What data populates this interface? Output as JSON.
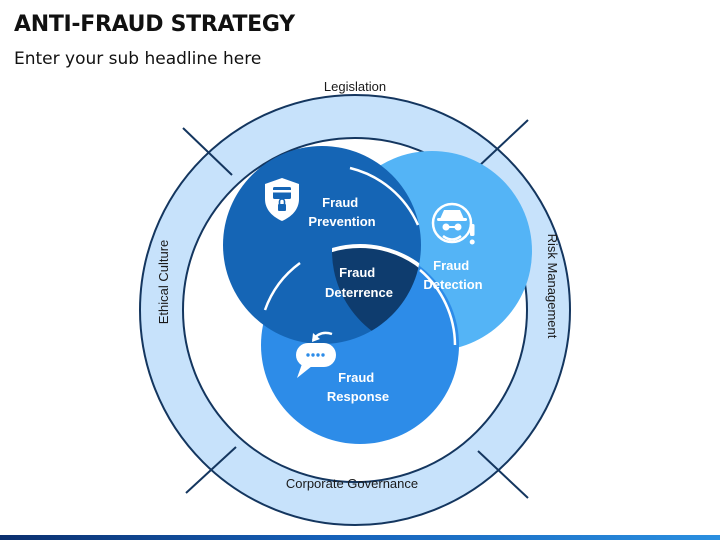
{
  "header": {
    "title": "ANTI-FRAUD STRATEGY",
    "subtitle": "Enter your sub headline here"
  },
  "ring": {
    "top": "Legislation",
    "right": "Risk Management",
    "bottom": "Corporate Governance",
    "left": "Ethical Culture"
  },
  "circles": {
    "prevention": {
      "line1": "Fraud",
      "line2": "Prevention",
      "icon": "shield-card-lock-icon"
    },
    "detection": {
      "line1": "Fraud",
      "line2": "Detection",
      "icon": "spy-alert-icon"
    },
    "response": {
      "line1": "Fraud",
      "line2": "Response",
      "icon": "chat-reply-icon"
    },
    "center": {
      "line1": "Fraud",
      "line2": "Deterrence"
    }
  },
  "colors": {
    "ring_fill": "#c7e2fb",
    "ring_stroke": "#14365f",
    "prevention": "#1565b5",
    "detection": "#54b4f6",
    "response": "#2d8ce8",
    "center": "#0e3c6e"
  }
}
